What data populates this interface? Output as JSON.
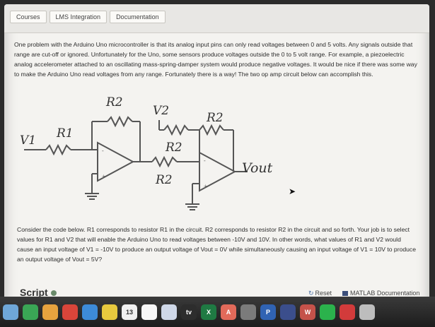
{
  "tabs": [
    "Courses",
    "LMS Integration",
    "Documentation"
  ],
  "intro": "One problem with the Arduino Uno microcontroller is that its analog input pins can only read voltages between 0 and 5 volts. Any signals outside that range are cut-off or ignored. Unfortunately for the Uno, some sensors produce voltages outside the 0 to 5 volt range. For example, a piezoelectric analog accelerometer attached to an oscillating mass-spring-damper system would produce negative voltages. It would be nice if there was some way to make the Arduino Uno read voltages from any range. Fortunately there is a way! The two op amp circuit below can accomplish this.",
  "circuit": {
    "v1": "V1",
    "r1": "R1",
    "r2_top": "R2",
    "v2": "V2",
    "r2_v2": "R2",
    "r2_mid": "R2",
    "r2_feedback2": "R2",
    "vout": "Vout"
  },
  "question": "Consider the code below. R1 corresponds to resistor R1 in the circuit. R2 corresponds to resistor R2 in the circuit and so forth. Your job is to select values for R1 and V2 that will enable the Arduino Uno to read voltages between -10V and 10V. In other words, what values of R1 and V2 would cause an input voltage of V1 = -10V to produce an output voltage of Vout = 0V while simultaneously causing an input voltage of V1 = 10V to produce an output voltage of Vout = 5V?",
  "script": {
    "title": "Script",
    "reset": "Reset",
    "doc": "MATLAB Documentation"
  },
  "dock": [
    {
      "name": "finder-app",
      "label": "",
      "color": "#6fa7d8"
    },
    {
      "name": "facetime-app",
      "label": "",
      "color": "#3aa655"
    },
    {
      "name": "photos-app",
      "label": "",
      "color": "#e7a33e"
    },
    {
      "name": "chrome-app",
      "label": "",
      "color": "#d9453a"
    },
    {
      "name": "safari-app",
      "label": "",
      "color": "#3d8bd8"
    },
    {
      "name": "notes-app",
      "label": "",
      "color": "#e7c93e"
    },
    {
      "name": "calendar-app",
      "label": "13",
      "color": "#f1f1f1"
    },
    {
      "name": "reminders-app",
      "label": "",
      "color": "#f7f7f7"
    },
    {
      "name": "word-doc-app",
      "label": "",
      "color": "#cfd8e8"
    },
    {
      "name": "appletv-app",
      "label": "tv",
      "color": "#2d2d2d"
    },
    {
      "name": "excel-app",
      "label": "X",
      "color": "#1f7a43"
    },
    {
      "name": "appstore-app",
      "label": "A",
      "color": "#e26a5a"
    },
    {
      "name": "sysprefs-app",
      "label": "",
      "color": "#7b7b7b"
    },
    {
      "name": "powerpoint-app",
      "label": "P",
      "color": "#3063b3"
    },
    {
      "name": "star-app",
      "label": "",
      "color": "#3b4e8c"
    },
    {
      "name": "word-app",
      "label": "W",
      "color": "#c5524a"
    },
    {
      "name": "spotify-app",
      "label": "",
      "color": "#2bb24c"
    },
    {
      "name": "record-app",
      "label": "",
      "color": "#d23b3b"
    },
    {
      "name": "trash-app",
      "label": "",
      "color": "#bdbdbd"
    }
  ]
}
